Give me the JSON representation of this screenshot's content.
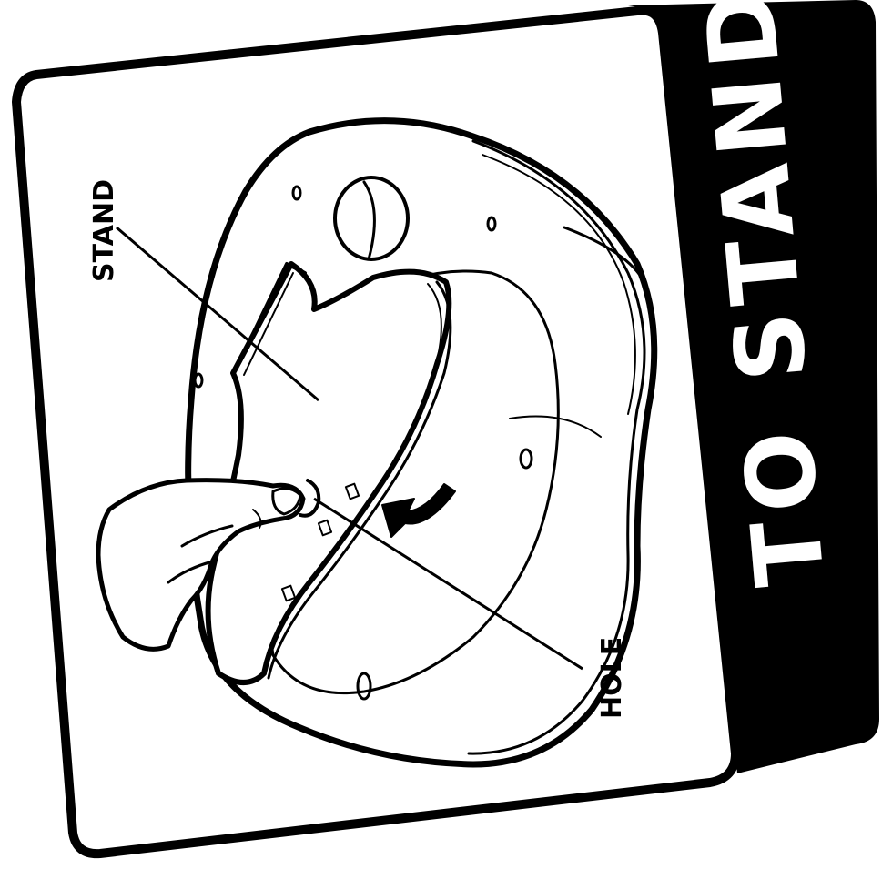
{
  "card": {
    "banner_text": "TO STAND",
    "background_color": "#ffffff",
    "banner_color": "#000000",
    "line_color": "#000000"
  },
  "callouts": {
    "stand_label": "STAND",
    "hole_label": "HOLE"
  }
}
